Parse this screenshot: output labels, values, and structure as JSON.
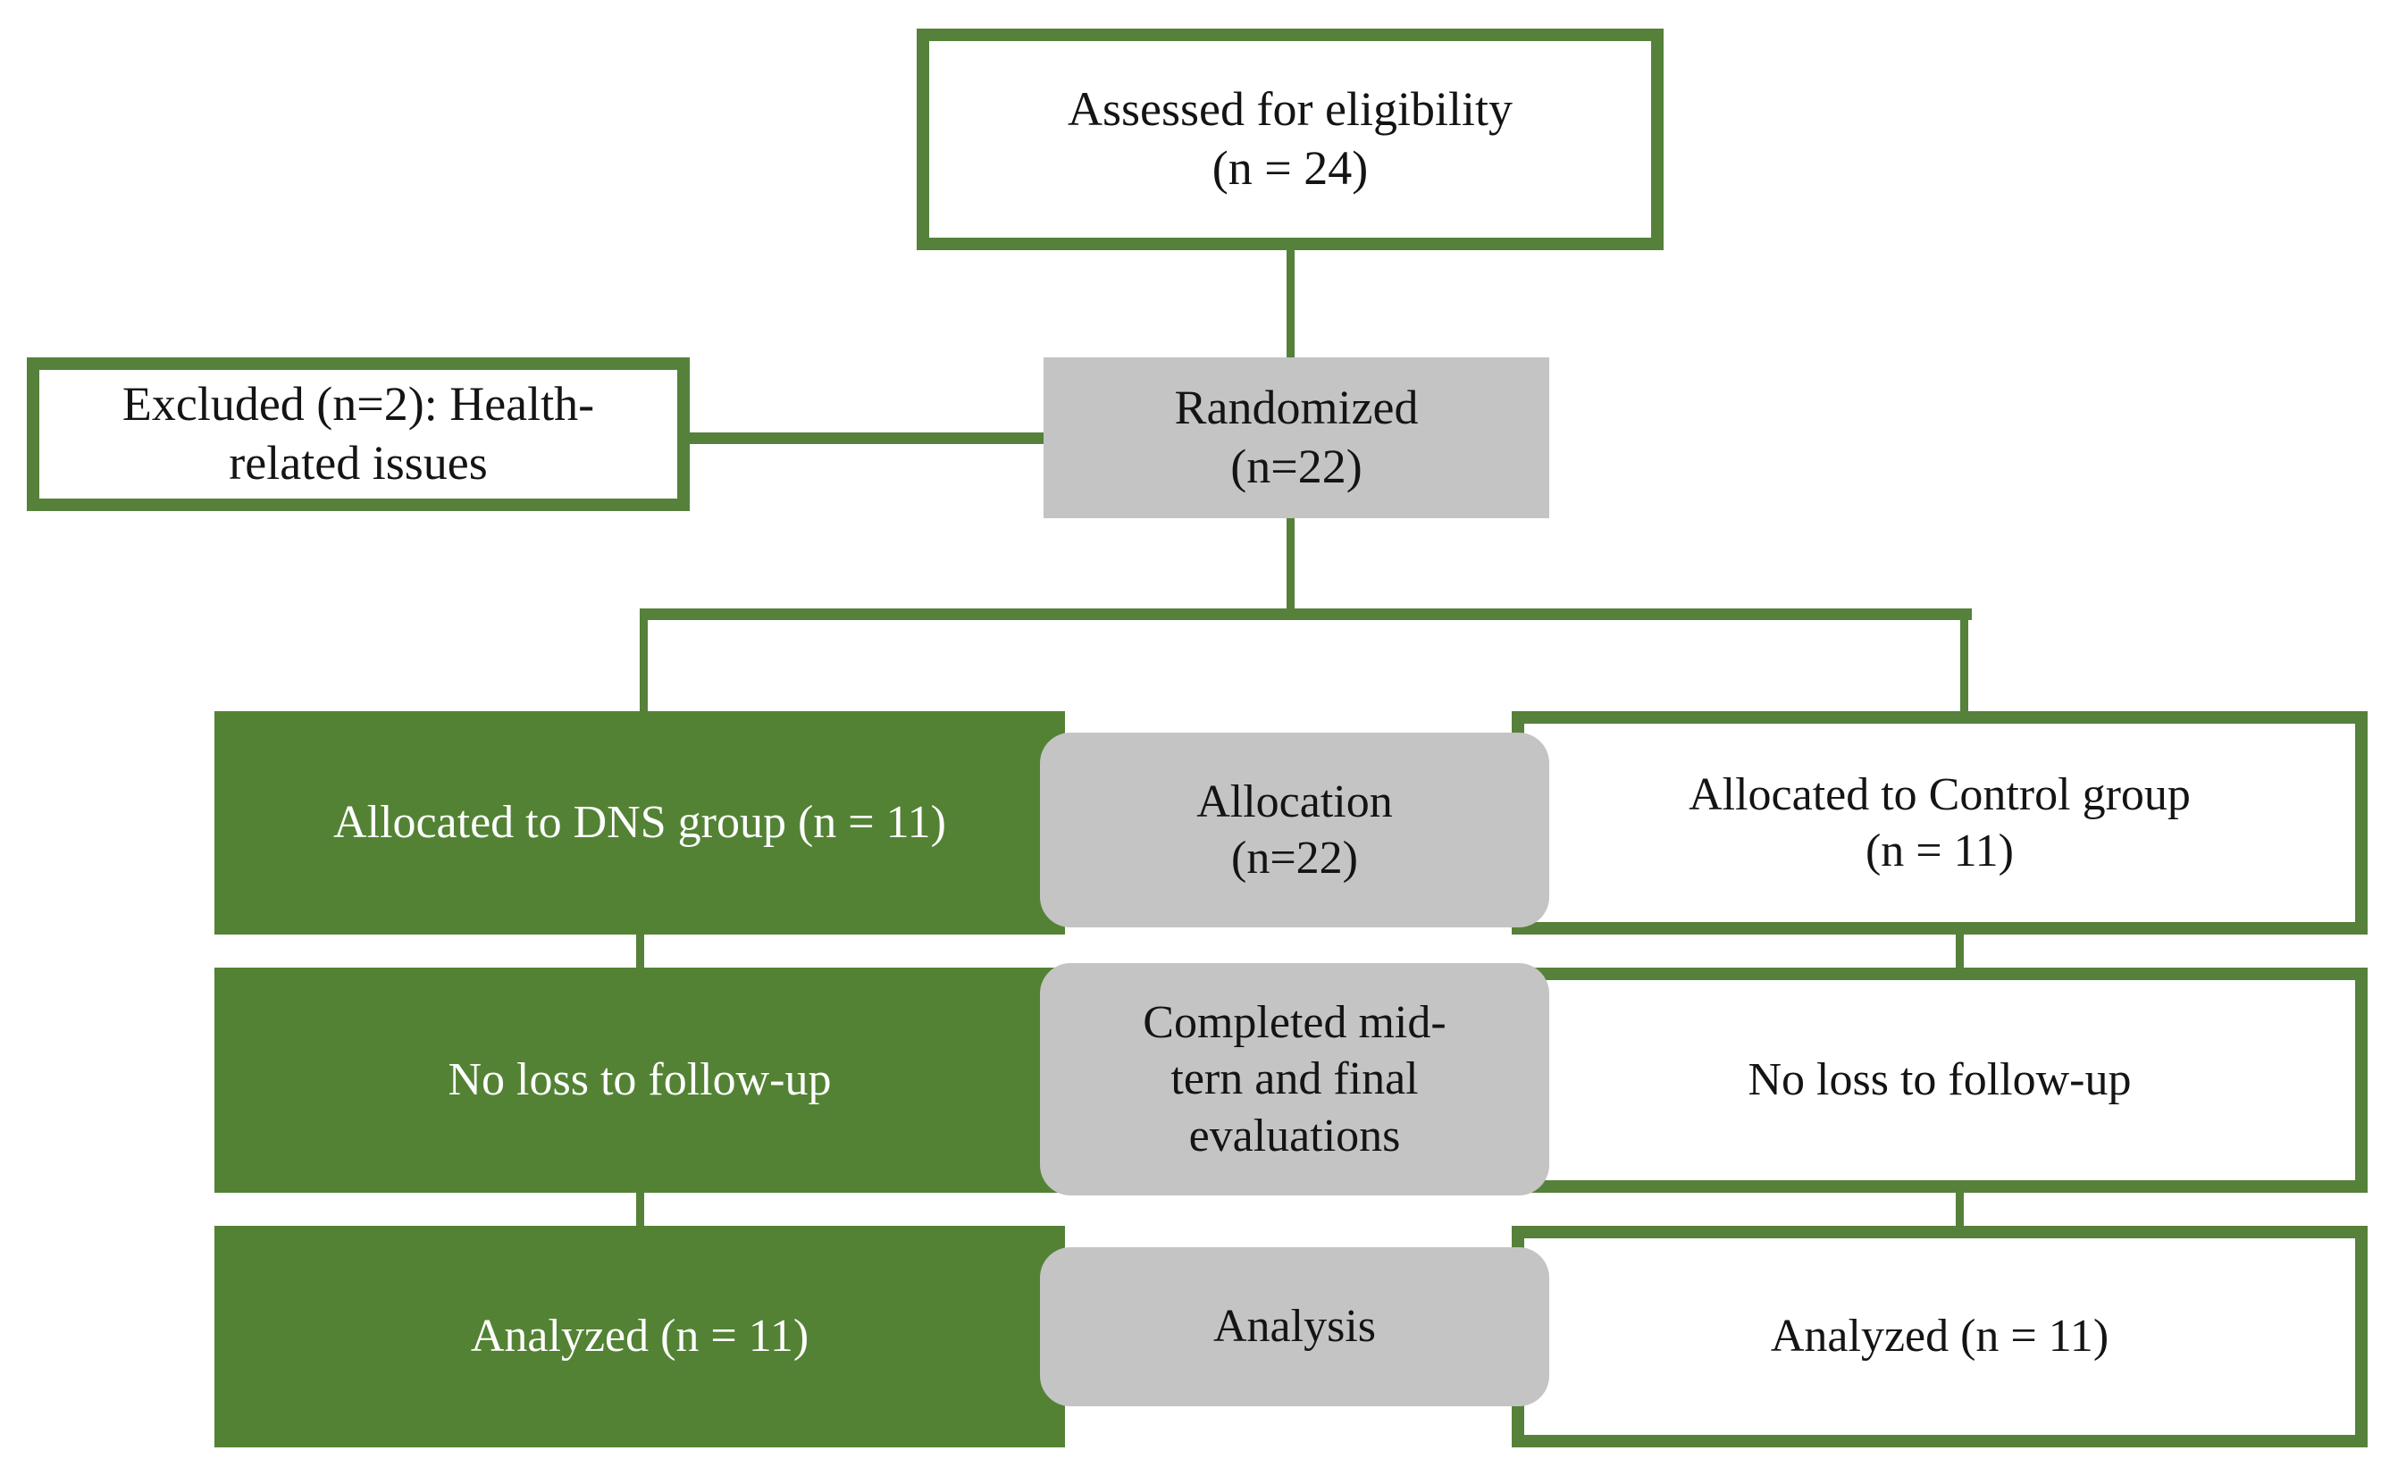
{
  "diagram": {
    "title": "CONSORT participant flow diagram",
    "colors": {
      "green": "#55813a",
      "green_fill": "#538234",
      "gray_fill": "#c4c4c4",
      "white": "#ffffff",
      "text_dark": "#141414",
      "text_light": "#ffffff"
    },
    "nodes": {
      "eligibility": "Assessed for eligibility\n(n = 24)",
      "excluded": "Excluded (n=2): Health-\nrelated issues",
      "randomized": "Randomized\n(n=22)",
      "dns_allocation": "Allocated to DNS group (n = 11)",
      "allocation_stage": "Allocation\n(n=22)",
      "control_allocation": "Allocated to Control group\n(n = 11)",
      "dns_followup": "No loss to follow-up",
      "followup_stage": "Completed mid-\ntern and final\nevaluations",
      "control_followup": "No loss to follow-up",
      "dns_analyzed": "Analyzed (n = 11)",
      "analysis_stage": "Analysis",
      "control_analyzed": "Analyzed (n = 11)"
    },
    "counts": {
      "assessed": 24,
      "excluded": 2,
      "randomized": 22,
      "dns_group": 11,
      "control_group": 11,
      "dns_analyzed": 11,
      "control_analyzed": 11
    }
  }
}
